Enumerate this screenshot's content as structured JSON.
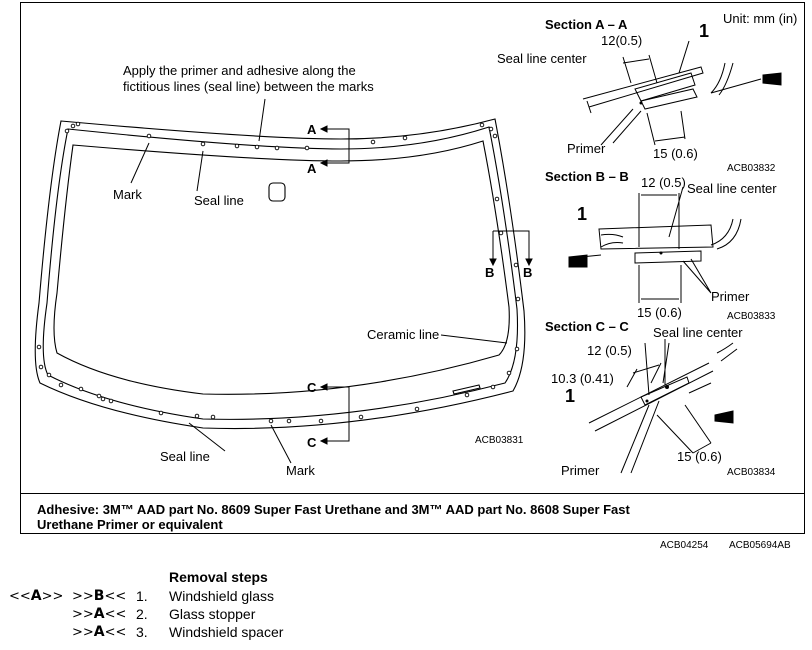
{
  "unit": "Unit: mm (in)",
  "main": {
    "instruction": "Apply the primer and adhesive along the fictitious lines (seal line) between the marks",
    "instruction_line1": "Apply the primer and adhesive along the",
    "instruction_line2": "fictitious lines (seal line) between the marks",
    "mark_top": "Mark",
    "seal_line_top": "Seal line",
    "ceramic_line": "Ceramic line",
    "seal_line_bottom": "Seal line",
    "mark_bottom": "Mark",
    "section_letters": {
      "a": "A",
      "b": "B",
      "c": "C"
    },
    "code": "ACB03831"
  },
  "section_a": {
    "title": "Section A – A",
    "dim_top": "12(0.5)",
    "seal_line_center": "Seal line center",
    "part_number": "1",
    "primer": "Primer",
    "dim_bottom": "15 (0.6)",
    "code": "ACB03832"
  },
  "section_b": {
    "title": "Section B – B",
    "dim_top": "12 (0.5)",
    "seal_line_center": "Seal line center",
    "part_number": "1",
    "primer": "Primer",
    "dim_bottom": "15 (0.6)",
    "code": "ACB03833"
  },
  "section_c": {
    "title": "Section C – C",
    "seal_line_center": "Seal line center",
    "dim_top": "12 (0.5)",
    "dim_mid": "10.3 (0.41)",
    "part_number": "1",
    "primer": "Primer",
    "dim_bottom": "15 (0.6)",
    "code": "ACB03834"
  },
  "adhesive_note_line1": "Adhesive: 3M™ AAD part No. 8609 Super Fast Urethane and 3M™ AAD part No. 8608 Super Fast",
  "adhesive_note_line2": "Urethane Primer or equivalent",
  "footer_codes": {
    "left": "ACB04254",
    "right": "ACB05694AB"
  },
  "removal": {
    "heading": "Removal steps",
    "steps": [
      {
        "ref_install_l": "<<",
        "ref_install": "A",
        "ref_install_r": ">>",
        "ref_remove_l": ">>",
        "ref_remove": "B",
        "ref_remove_r": "<<",
        "number": "1.",
        "name": "Windshield glass"
      },
      {
        "ref_install_l": "",
        "ref_install": "",
        "ref_install_r": "",
        "ref_remove_l": ">>",
        "ref_remove": "A",
        "ref_remove_r": "<<",
        "number": "2.",
        "name": "Glass stopper"
      },
      {
        "ref_install_l": "",
        "ref_install": "",
        "ref_install_r": "",
        "ref_remove_l": ">>",
        "ref_remove": "A",
        "ref_remove_r": "<<",
        "number": "3.",
        "name": "Windshield spacer"
      }
    ]
  }
}
